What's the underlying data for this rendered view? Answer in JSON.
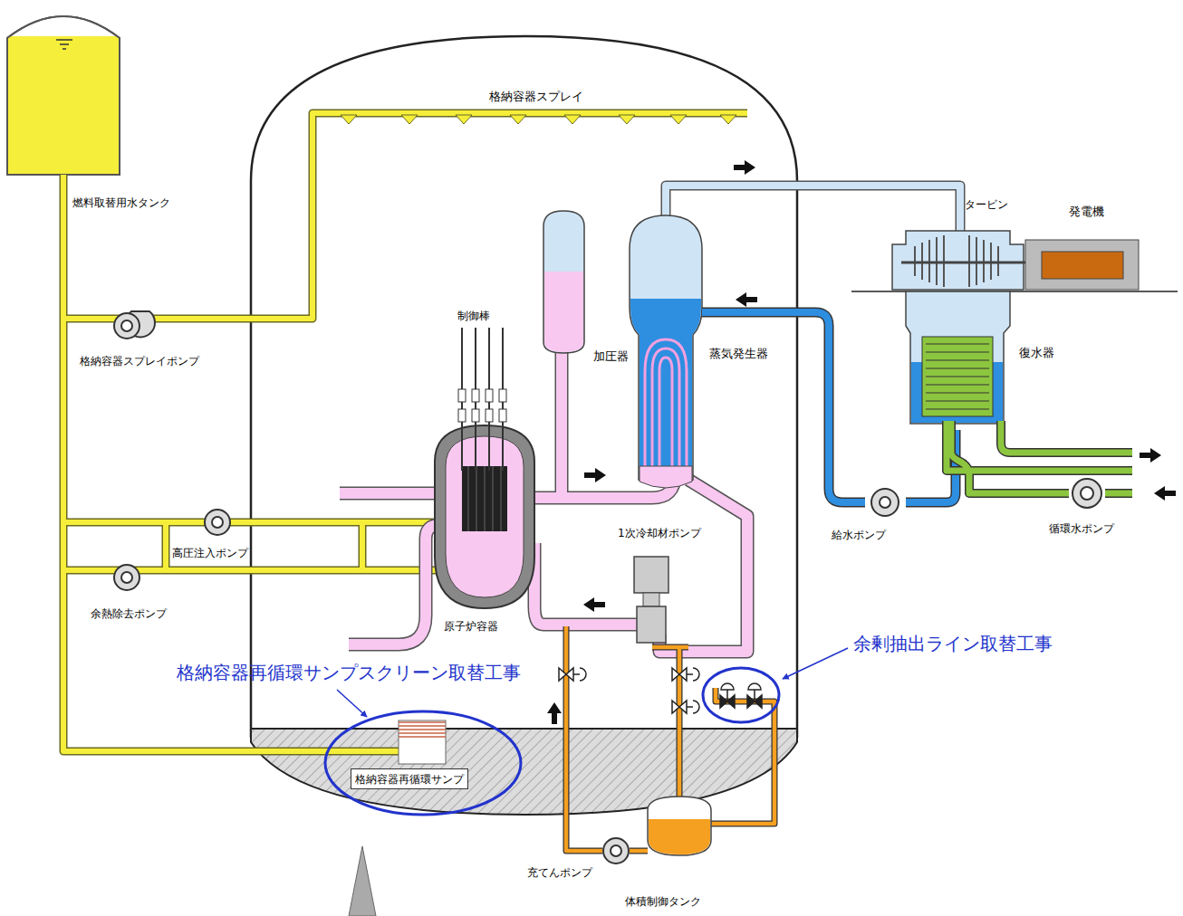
{
  "diagram": {
    "nodes": [
      {
        "text": [
          "格納容器再循環サンプ"
        ]
      }
    ],
    "labels": [
      "格納容器スプレイ",
      "燃料取替用水タンク",
      "タービン",
      "発電機",
      "制御棒",
      "加圧器",
      "蒸気発生器",
      "復水器",
      "格納容器スプレイポンプ",
      "高圧注入ポンプ",
      "余熱除去ポンプ",
      "1次冷却材ポンプ",
      "原子炉容器",
      "給水ポンプ",
      "循環水ポンプ",
      "余剰抽出ライン取替工事",
      "格納容器再循環サンプスクリーン取替工事",
      "充てんポンプ",
      "体積制御タンク"
    ]
  }
}
